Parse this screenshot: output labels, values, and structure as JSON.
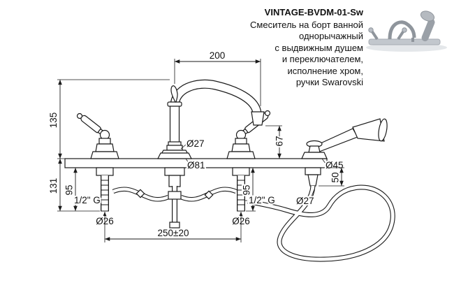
{
  "header": {
    "model": "VINTAGE-BVDM-01-Sw",
    "description_lines": [
      "Смеситель на борт ванной",
      "однорычажный",
      "с выдвижным душем",
      "и переключателем,",
      "исполнение хром,",
      "ручки Swarovski"
    ]
  },
  "dims": {
    "reach": "200",
    "height": "135",
    "under_height": "131",
    "tail_left": "95",
    "tail_right": "95",
    "outlet_height": "67",
    "spout_diameter": "Ø27",
    "plate_diameter": "Ø81",
    "inlet_left": "Ø26",
    "inlet_right": "Ø26",
    "spacing": "250±20",
    "thread_left": "1/2\" G",
    "thread_right": "1/2\" G",
    "holder_diameter": "Ø45",
    "holder_height": "50",
    "hose_diameter": "Ø27"
  },
  "colors": {
    "line": "#1a1a1a",
    "text": "#111111",
    "background": "#ffffff"
  }
}
